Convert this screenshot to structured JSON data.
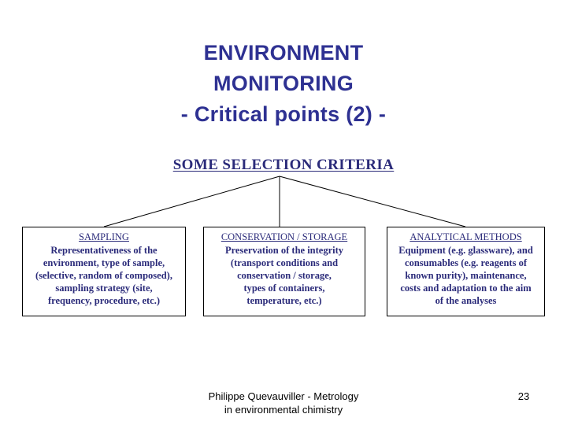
{
  "slide": {
    "background_color": "#ffffff",
    "title_color": "#2e3192",
    "box_text_color": "#2b2b7a",
    "footer_color": "#000000",
    "border_color": "#000000"
  },
  "title": {
    "line1": "ENVIRONMENT",
    "line2": "MONITORING",
    "line3": "- Critical points (2) -"
  },
  "subtitle": {
    "text": "SOME SELECTION CRITERIA"
  },
  "boxes": [
    {
      "heading": "SAMPLING",
      "lines": [
        "Representativeness of the",
        "environment, type of sample,",
        "(selective, random of composed),",
        "sampling strategy (site,",
        "frequency, procedure, etc.)"
      ]
    },
    {
      "heading": "CONSERVATION / STORAGE",
      "lines": [
        "Preservation of the integrity",
        "(transport conditions and",
        "conservation / storage,",
        "types of containers,",
        "temperature, etc.)"
      ]
    },
    {
      "heading": "ANALYTICAL METHODS",
      "lines": [
        "Equipment (e.g. glassware), and",
        "consumables (e.g. reagents of",
        "known purity), maintenance,",
        "costs and adaptation to the aim",
        "of the analyses"
      ]
    }
  ],
  "footer": {
    "line1": "Philippe Quevauviller - Metrology",
    "line2": "in environmental chimistry",
    "page_number": "23"
  }
}
